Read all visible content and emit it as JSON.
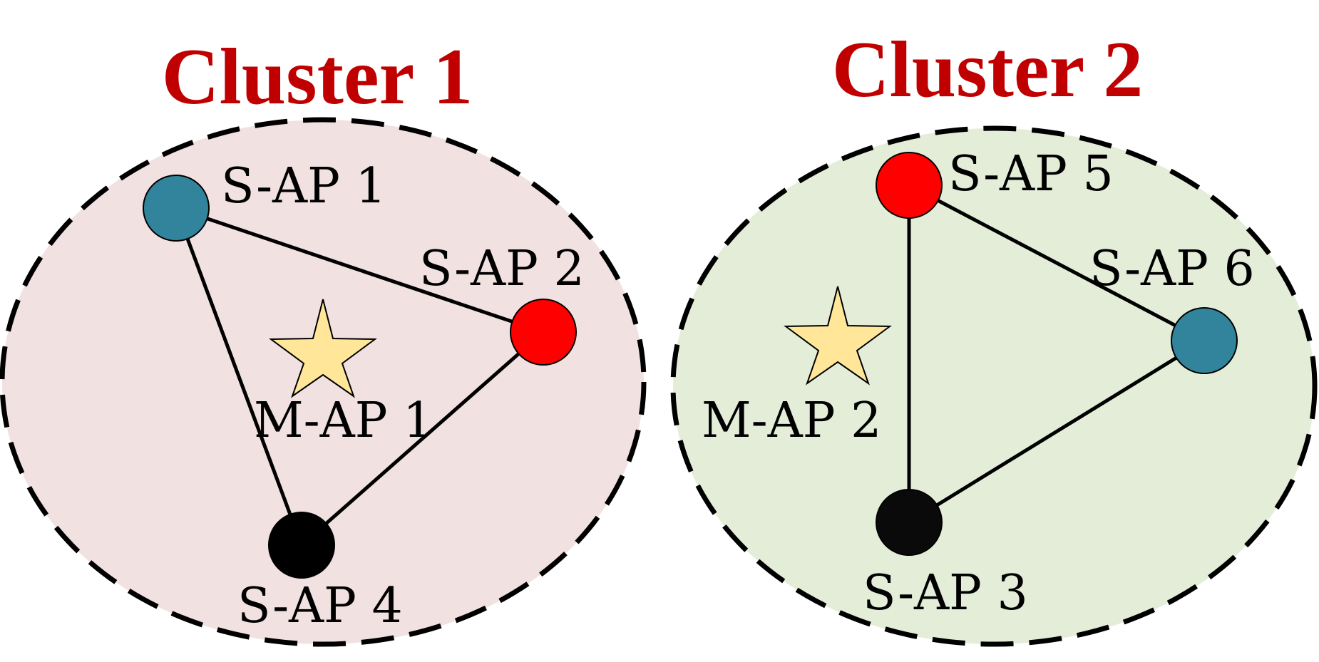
{
  "clusters": [
    {
      "id": 1,
      "title": "Cluster 1",
      "fill_color": "#f2e1e1",
      "master": {
        "label": "M-AP 1",
        "icon": "star-icon",
        "color": "#ffe699"
      },
      "slaves": [
        {
          "label": "S-AP 1",
          "color": "#31849b"
        },
        {
          "label": "S-AP 2",
          "color": "#ff0000"
        },
        {
          "label": "S-AP 4",
          "color": "#000000"
        }
      ],
      "links": [
        [
          "S-AP 1",
          "S-AP 2"
        ],
        [
          "S-AP 1",
          "S-AP 4"
        ],
        [
          "S-AP 2",
          "S-AP 4"
        ]
      ]
    },
    {
      "id": 2,
      "title": "Cluster 2",
      "fill_color": "#e3edd8",
      "master": {
        "label": "M-AP 2",
        "icon": "star-icon",
        "color": "#ffe699"
      },
      "slaves": [
        {
          "label": "S-AP 5",
          "color": "#ff0000"
        },
        {
          "label": "S-AP 6",
          "color": "#31849b"
        },
        {
          "label": "S-AP 3",
          "color": "#0a0a0a"
        }
      ],
      "links": [
        [
          "S-AP 5",
          "S-AP 6"
        ],
        [
          "S-AP 5",
          "S-AP 3"
        ],
        [
          "S-AP 6",
          "S-AP 3"
        ]
      ]
    }
  ]
}
